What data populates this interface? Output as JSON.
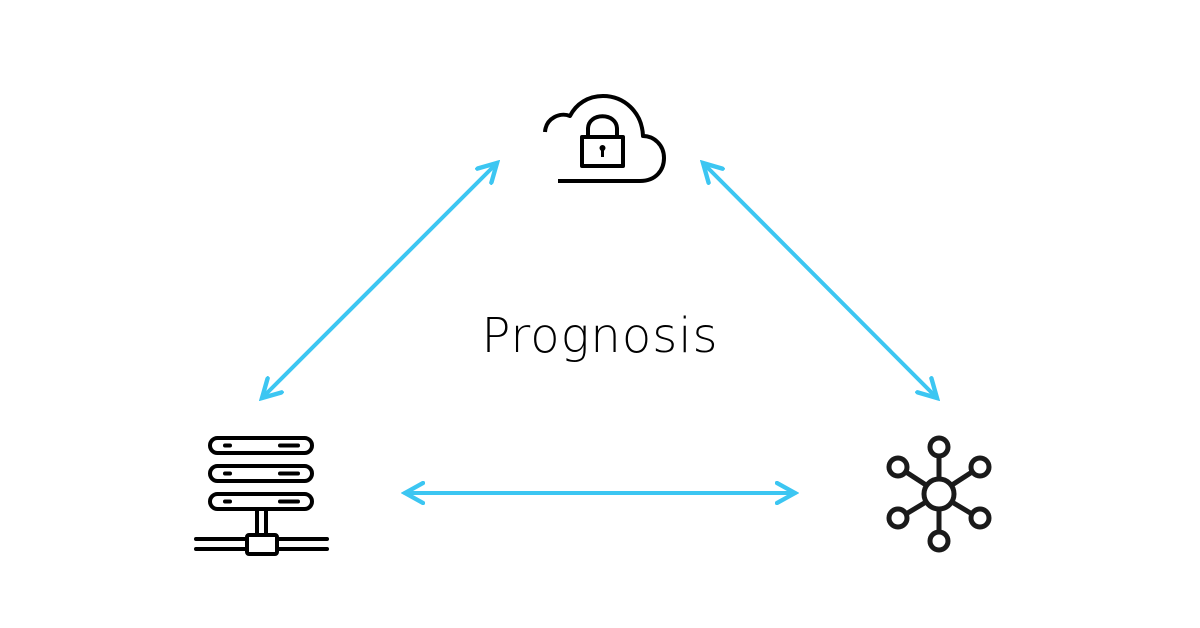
{
  "center_label": "Prognosis",
  "colors": {
    "arrow": "#3cc6f2",
    "icon": "#111111"
  },
  "nodes": [
    {
      "id": "cloud",
      "icon": "cloud-lock-icon"
    },
    {
      "id": "server",
      "icon": "server-network-icon"
    },
    {
      "id": "hub",
      "icon": "network-hub-icon"
    }
  ],
  "edges": [
    {
      "from": "server",
      "to": "cloud",
      "bidirectional": true
    },
    {
      "from": "cloud",
      "to": "hub",
      "bidirectional": true
    },
    {
      "from": "server",
      "to": "hub",
      "bidirectional": true
    }
  ]
}
